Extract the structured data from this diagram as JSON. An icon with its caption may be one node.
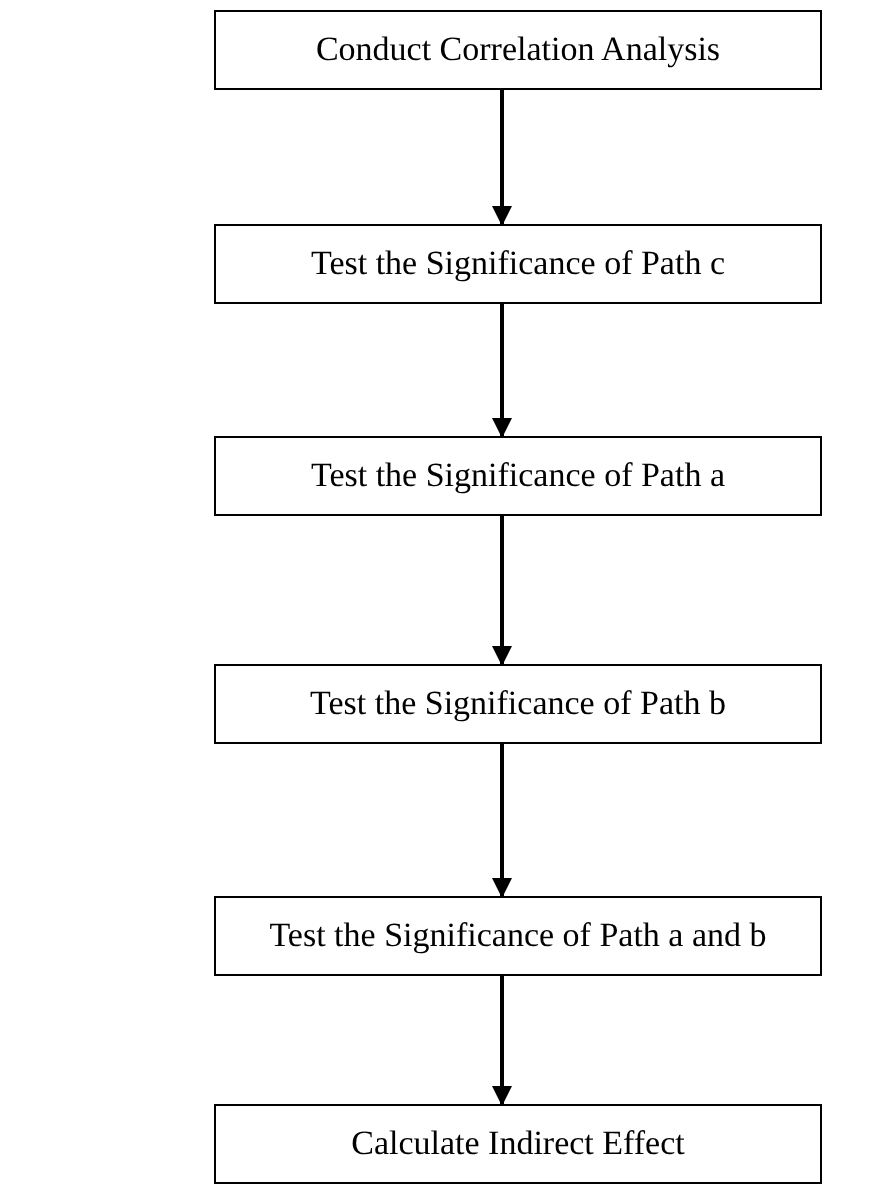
{
  "diagram": {
    "nodes": [
      {
        "text": [
          "Conduct Correlation Analysis"
        ]
      },
      {
        "text": [
          "Test the Significance of Path c"
        ]
      },
      {
        "text": [
          "Test the Significance of Path a"
        ]
      },
      {
        "text": [
          "Test the Significance of Path b"
        ]
      },
      {
        "text": [
          "Test the Significance of Path a and b"
        ]
      },
      {
        "text": [
          "Calculate Indirect Effect"
        ]
      }
    ],
    "edges": [
      {
        "from": 0,
        "to": 1,
        "arrow": "to"
      },
      {
        "from": 1,
        "to": 2,
        "arrow": "to"
      },
      {
        "from": 2,
        "to": 3,
        "arrow": "to"
      },
      {
        "from": 3,
        "to": 4,
        "arrow": "to"
      },
      {
        "from": 4,
        "to": 5,
        "arrow": "to"
      }
    ]
  }
}
